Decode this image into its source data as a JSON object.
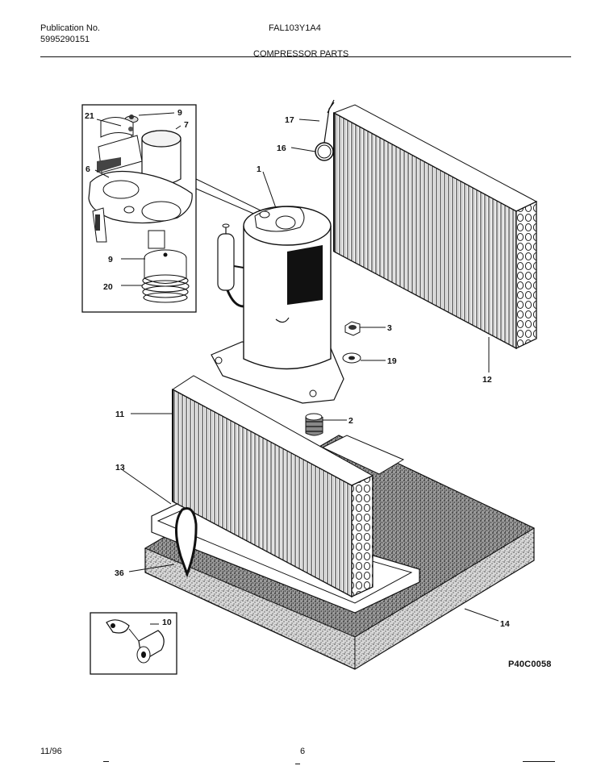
{
  "header": {
    "publication_label": "Publication No.",
    "publication_number": "5995290151",
    "model": "FAL103Y1A4",
    "section_title": "COMPRESSOR PARTS"
  },
  "callouts": {
    "c21": "21",
    "c9a": "9",
    "c7": "7",
    "c6": "6",
    "c9b": "9",
    "c20": "20",
    "c1": "1",
    "c17": "17",
    "c16": "16",
    "c3": "3",
    "c19": "19",
    "c12": "12",
    "c11": "11",
    "c2": "2",
    "c13": "13",
    "c36": "36",
    "c10": "10",
    "c14": "14"
  },
  "diagram_code": "P40C0058",
  "footer": {
    "date": "11/96",
    "page": "6"
  }
}
